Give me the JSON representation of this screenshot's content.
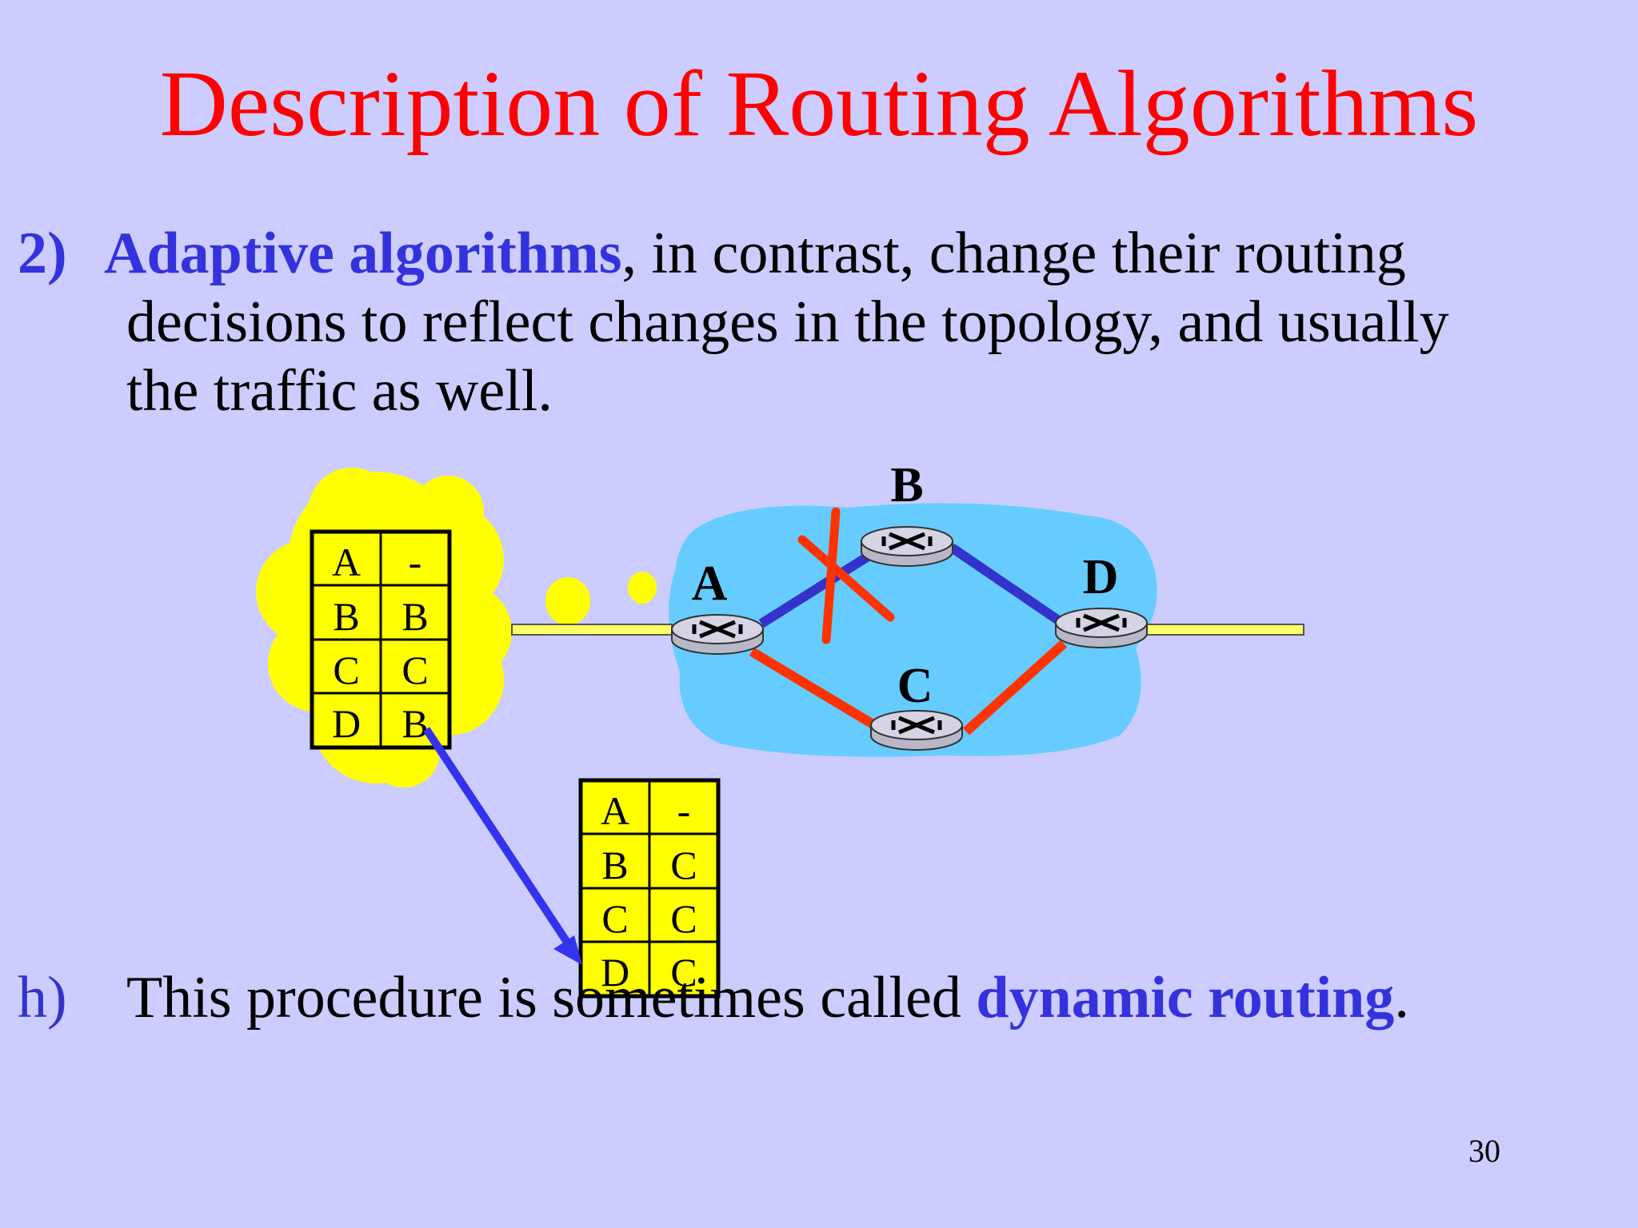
{
  "title": "Description of Routing Algorithms",
  "bullet_1": {
    "number": "2)",
    "emphasis": "Adaptive algorithms",
    "line1_rest": ", in contrast, change their routing",
    "line2": "decisions to reflect changes in the topology, and usually",
    "line3": "the traffic as well."
  },
  "bullet_h": {
    "marker": "h)",
    "text_before": "This procedure is sometimes called ",
    "emphasis": "dynamic  routing",
    "text_after": "."
  },
  "page_number": "30",
  "nodes": {
    "a": "A",
    "b": "B",
    "c": "C",
    "d": "D"
  },
  "old_table": [
    [
      "A",
      "-"
    ],
    [
      "B",
      "B"
    ],
    [
      "C",
      "C"
    ],
    [
      "D",
      "B"
    ]
  ],
  "new_table": [
    [
      "A",
      "-"
    ],
    [
      "B",
      "C"
    ],
    [
      "C",
      "C"
    ],
    [
      "D",
      "C"
    ]
  ],
  "colors": {
    "background": "#ccccfe",
    "title": "#ff0000",
    "emphasis": "#3333dd",
    "cloud_network": "#66ccff",
    "cloud_thought": "#ffff00",
    "link_blue": "#3333cc",
    "link_red": "#ff3300",
    "table_fill": "#ffff00"
  }
}
